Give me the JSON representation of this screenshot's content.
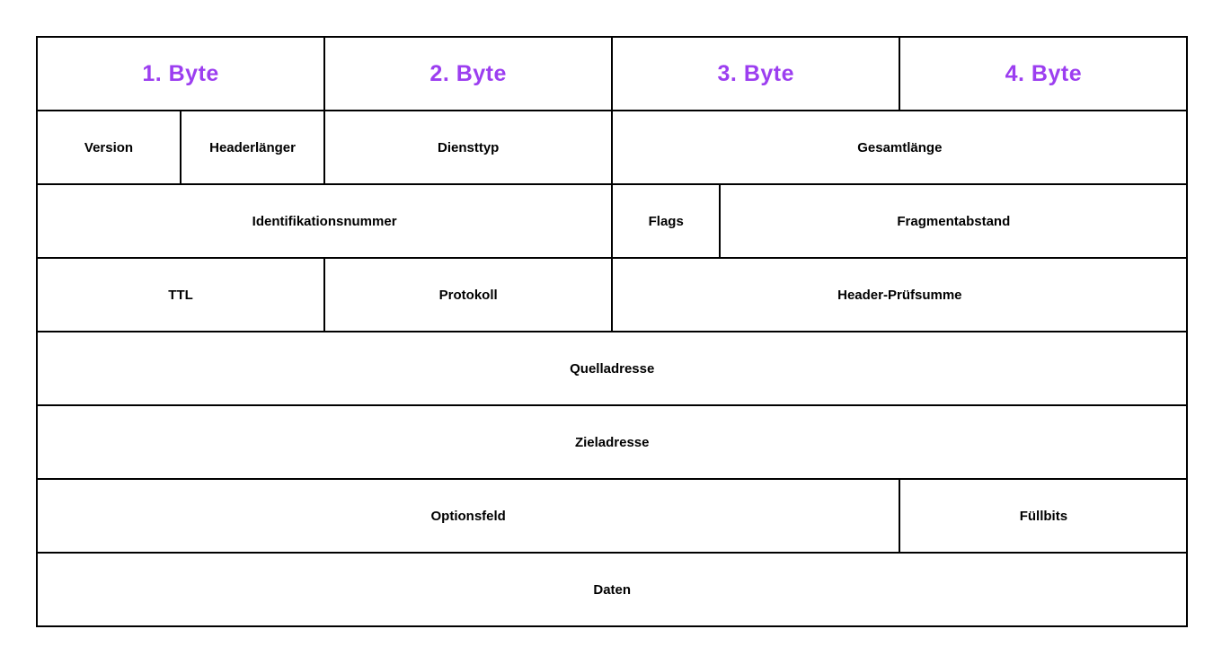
{
  "diagram": {
    "type": "protocol-header-table",
    "bits_per_row": 32,
    "colors": {
      "byte_header_text": "#9c3ef0",
      "field_text": "#000000",
      "border": "#000000",
      "background": "#ffffff"
    },
    "rows": [
      {
        "name": "byte-header-row",
        "cells": [
          {
            "label": "1. Byte",
            "bits": 8
          },
          {
            "label": "2. Byte",
            "bits": 8
          },
          {
            "label": "3. Byte",
            "bits": 8
          },
          {
            "label": "4. Byte",
            "bits": 8
          }
        ]
      },
      {
        "name": "row-version",
        "cells": [
          {
            "label": "Version",
            "bits": 4
          },
          {
            "label": "Headerlänger",
            "bits": 4
          },
          {
            "label": "Diensttyp",
            "bits": 8
          },
          {
            "label": "Gesamtlänge",
            "bits": 16
          }
        ]
      },
      {
        "name": "row-identification",
        "cells": [
          {
            "label": "Identifikationsnummer",
            "bits": 16
          },
          {
            "label": "Flags",
            "bits": 3
          },
          {
            "label": "Fragmentabstand",
            "bits": 13
          }
        ]
      },
      {
        "name": "row-ttl",
        "cells": [
          {
            "label": "TTL",
            "bits": 8
          },
          {
            "label": "Protokoll",
            "bits": 8
          },
          {
            "label": "Header-Prüfsumme",
            "bits": 16
          }
        ]
      },
      {
        "name": "row-source",
        "cells": [
          {
            "label": "Quelladresse",
            "bits": 32
          }
        ]
      },
      {
        "name": "row-destination",
        "cells": [
          {
            "label": "Zieladresse",
            "bits": 32
          }
        ]
      },
      {
        "name": "row-options",
        "cells": [
          {
            "label": "Optionsfeld",
            "bits": 24
          },
          {
            "label": "Füllbits",
            "bits": 8
          }
        ]
      },
      {
        "name": "row-data",
        "cells": [
          {
            "label": "Daten",
            "bits": 32
          }
        ]
      }
    ]
  }
}
